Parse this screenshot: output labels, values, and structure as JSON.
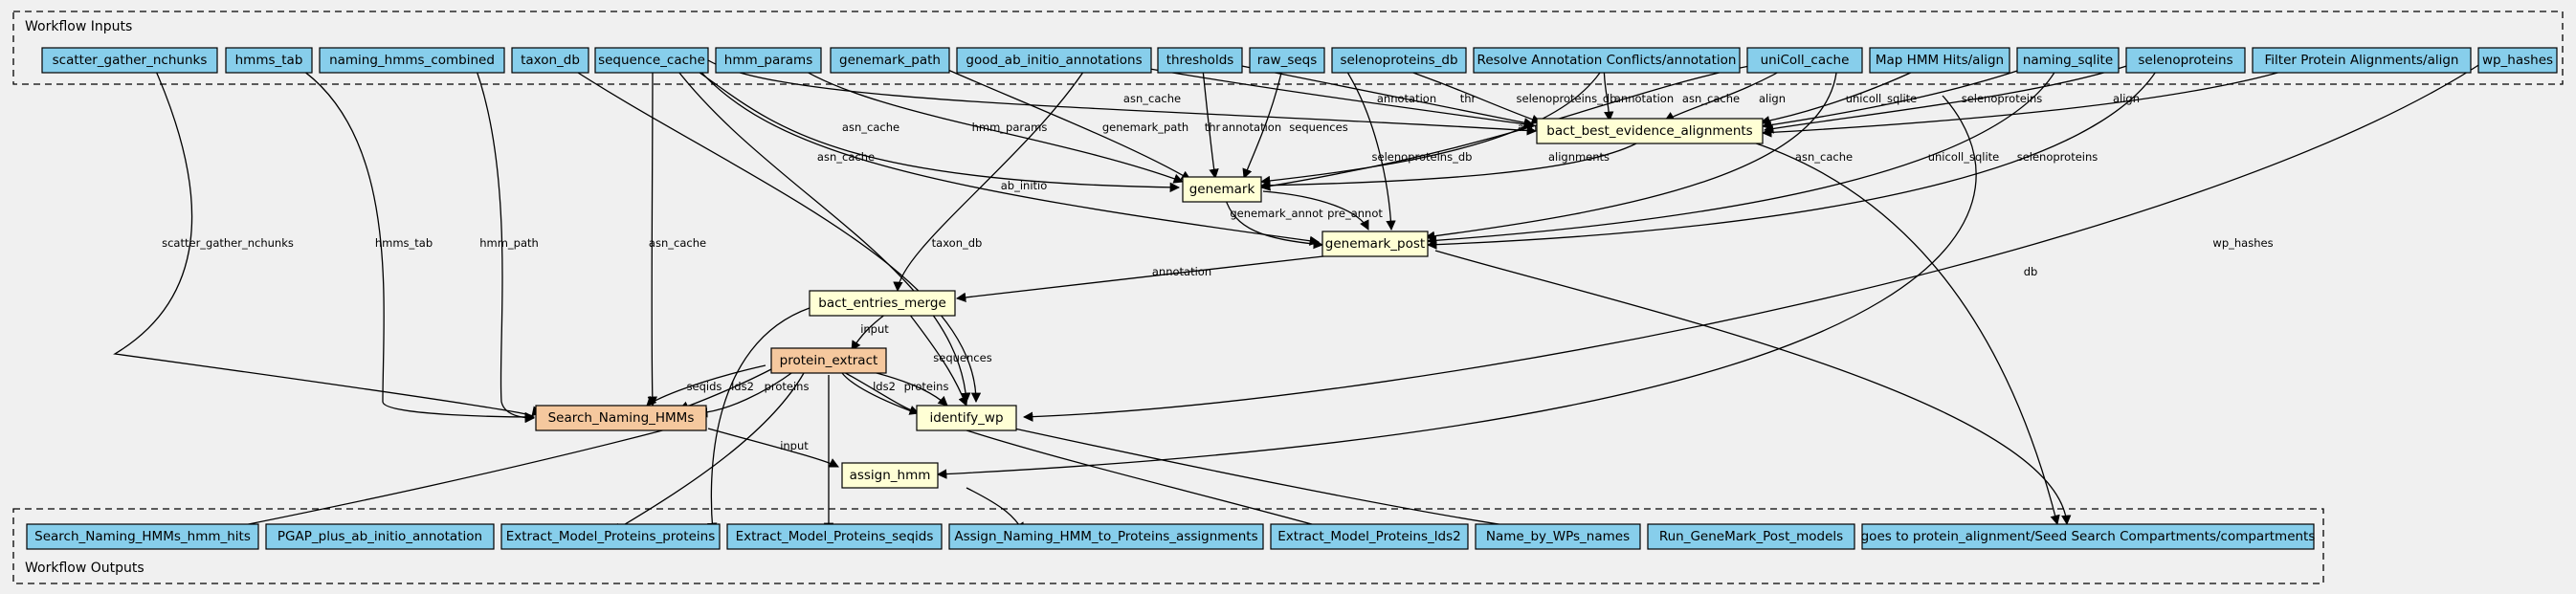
{
  "clusters": {
    "inputs": "Workflow Inputs",
    "outputs": "Workflow Outputs"
  },
  "colors": {
    "io": "#87ceeb",
    "step": "#ffffd5",
    "subworkflow": "#f5c89e",
    "background": "#f0f0f0"
  },
  "nodes": {
    "in_scatter": "scatter_gather_nchunks",
    "in_hmms_tab": "hmms_tab",
    "in_naming_hmms": "naming_hmms_combined",
    "in_taxon_db": "taxon_db",
    "in_sequence_cache": "sequence_cache",
    "in_hmm_params": "hmm_params",
    "in_genemark_path": "genemark_path",
    "in_good_ab": "good_ab_initio_annotations",
    "in_thresholds": "thresholds",
    "in_raw_seqs": "raw_seqs",
    "in_selenoproteins_db": "selenoproteins_db",
    "in_resolve": "Resolve Annotation Conflicts/annotation",
    "in_unicoll": "uniColl_cache",
    "in_map_hmm": "Map HMM Hits/align",
    "in_naming_sqlite": "naming_sqlite",
    "in_selenoproteins": "selenoproteins",
    "in_filter": "Filter Protein Alignments/align",
    "in_wp_hashes": "wp_hashes",
    "s_bbea": "bact_best_evidence_alignments",
    "s_genemark": "genemark",
    "s_genemark_post": "genemark_post",
    "s_bem": "bact_entries_merge",
    "s_protein_extract": "protein_extract",
    "s_search_naming": "Search_Naming_HMMs",
    "s_identify_wp": "identify_wp",
    "s_assign_hmm": "assign_hmm",
    "out_search_hits": "Search_Naming_HMMs_hmm_hits",
    "out_pgap": "PGAP_plus_ab_initio_annotation",
    "out_emp_proteins": "Extract_Model_Proteins_proteins",
    "out_emp_seqids": "Extract_Model_Proteins_seqids",
    "out_assign": "Assign_Naming_HMM_to_Proteins_assignments",
    "out_emp_lds2": "Extract_Model_Proteins_lds2",
    "out_name_wp": "Name_by_WPs_names",
    "out_run_genemark": "Run_GeneMark_Post_models",
    "out_goes_to": "goes to protein_alignment/Seed Search Compartments/compartments"
  },
  "edge_labels": {
    "scatter_gather_nchunks": "scatter_gather_nchunks",
    "hmms_tab": "hmms_tab",
    "hmm_path": "hmm_path",
    "taxon_db": "taxon_db",
    "asn_cache": "asn_cache",
    "hmm_params": "hmm_params",
    "genemark_path": "genemark_path",
    "ab_initio": "ab_initio",
    "thr": "thr",
    "annotation": "annotation",
    "sequences": "sequences",
    "selenoproteins_db": "selenoproteins_db",
    "align": "align",
    "unicoll_sqlite": "unicoll_sqlite",
    "selenoproteins": "selenoproteins",
    "wp_hashes": "wp_hashes",
    "db": "db",
    "alignments": "alignments",
    "genemark_annot": "genemark_annot",
    "pre_annot": "pre_annot",
    "input": "input",
    "seqids": "seqids",
    "lds2": "lds2",
    "proteins": "proteins"
  }
}
